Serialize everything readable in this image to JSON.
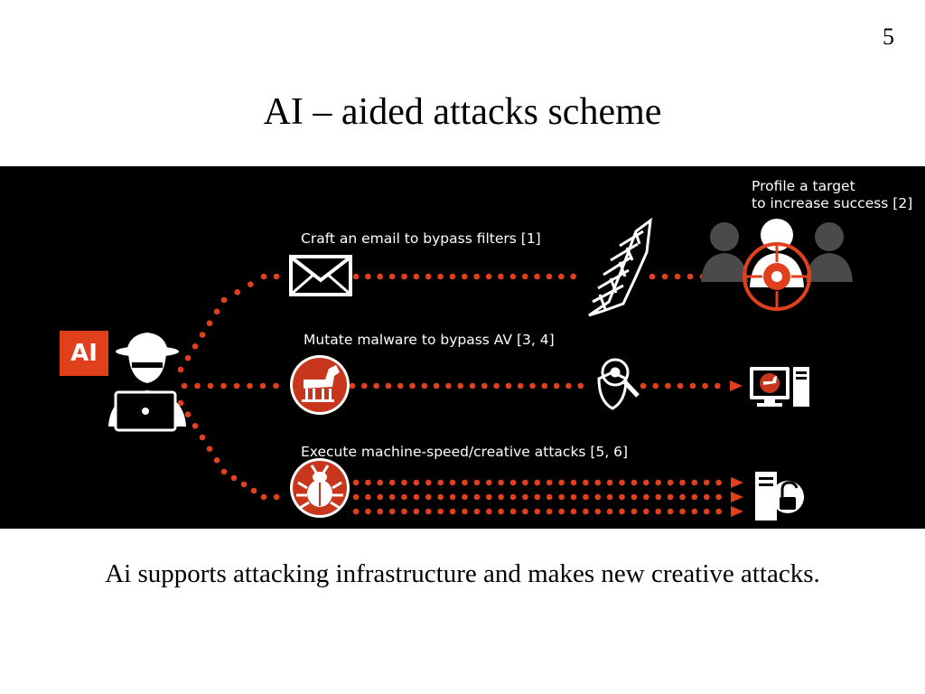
{
  "slide": {
    "page_number": "5",
    "title": "AI – aided attacks scheme",
    "caption": "Ai supports attacking infrastructure and makes new creative attacks."
  },
  "diagram": {
    "badge_text": "AI",
    "colors": {
      "background": "#000000",
      "accent": "#e0401c",
      "icon": "#ffffff"
    },
    "paths": [
      {
        "label": "Craft an email to bypass filters [1]",
        "source_icon": "envelope-icon",
        "obstacle_icon": "firewall-icon",
        "target_icon": "targeted-user-icon"
      },
      {
        "label": "Mutate malware to bypass AV [3, 4]",
        "source_icon": "trojan-horse-icon",
        "obstacle_icon": "antivirus-scanner-icon",
        "target_icon": "infected-computer-icon"
      },
      {
        "label": "Execute machine-speed/creative attacks [5, 6]",
        "source_icon": "bug-icon",
        "obstacle_icon": "",
        "target_icon": "unlocked-server-icon"
      }
    ],
    "profile_label": [
      "Profile a target",
      "to increase success [2]"
    ],
    "attacker_icon": "hacker-icon"
  }
}
